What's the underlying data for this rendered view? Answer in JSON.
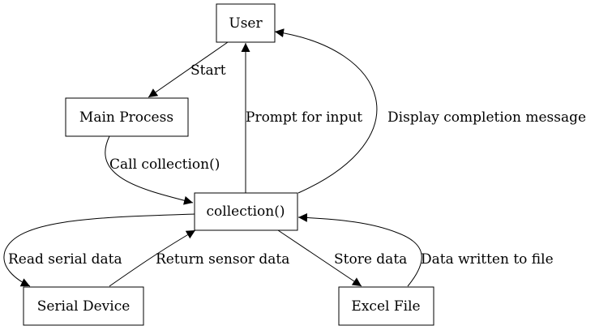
{
  "nodes": {
    "user": "User",
    "main_process": "Main Process",
    "collection": "collection()",
    "serial_device": "Serial Device",
    "excel_file": "Excel File"
  },
  "edges": {
    "start": "Start",
    "call_collection": "Call collection()",
    "prompt_for_input": "Prompt for input",
    "display_completion": "Display completion message",
    "read_serial_data": "Read serial data",
    "return_sensor_data": "Return sensor data",
    "store_data": "Store data",
    "data_written": "Data written to file"
  }
}
